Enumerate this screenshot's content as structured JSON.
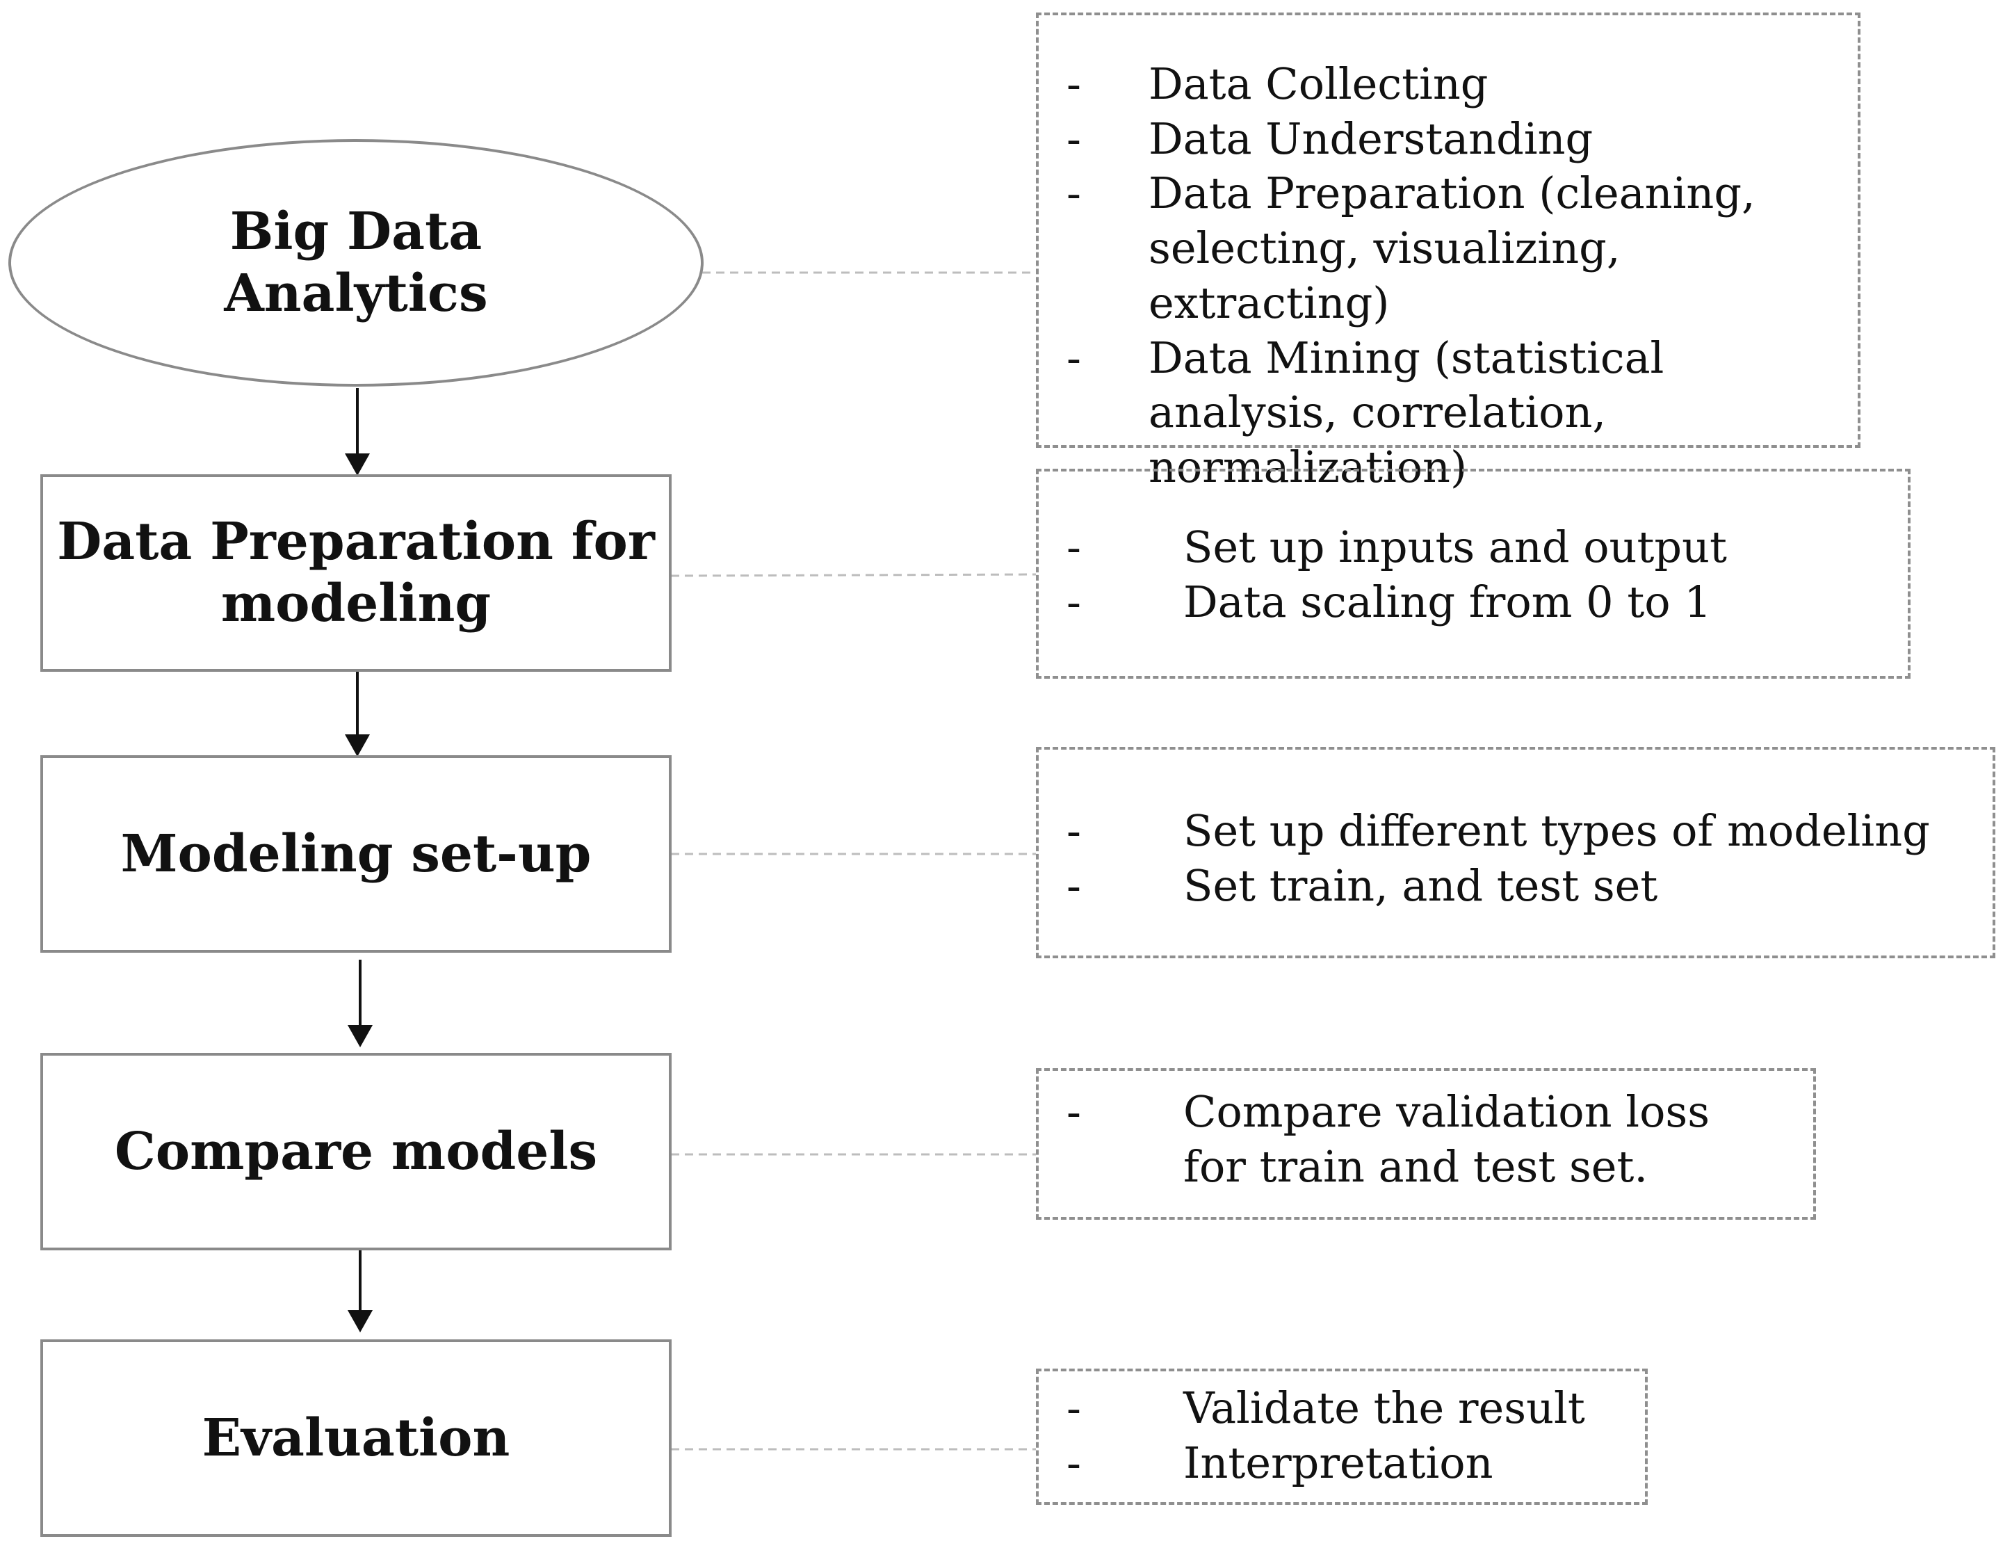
{
  "nodes": {
    "big_data": "Big Data\nAnalytics",
    "data_prep": "Data Preparation for\nmodeling",
    "modeling": "Modeling set-up",
    "compare": "Compare models",
    "evaluation": "Evaluation"
  },
  "notes": {
    "big_data": [
      "Data Collecting",
      "Data Understanding",
      "Data Preparation (cleaning, selecting, visualizing, extracting)",
      "Data Mining (statistical analysis, correlation, normalization)"
    ],
    "data_prep": [
      "Set up inputs and output",
      "Data scaling from 0 to 1"
    ],
    "modeling": [
      "Set up different types of modeling",
      "Set train, and test set"
    ],
    "compare": [
      "Compare validation loss for train and test set."
    ],
    "evaluation": [
      "Validate the result",
      "Interpretation"
    ]
  },
  "bullet": "-",
  "colors": {
    "border": "#8a8a8a",
    "dashed": "#bdbdbd",
    "arrow": "#111111"
  }
}
